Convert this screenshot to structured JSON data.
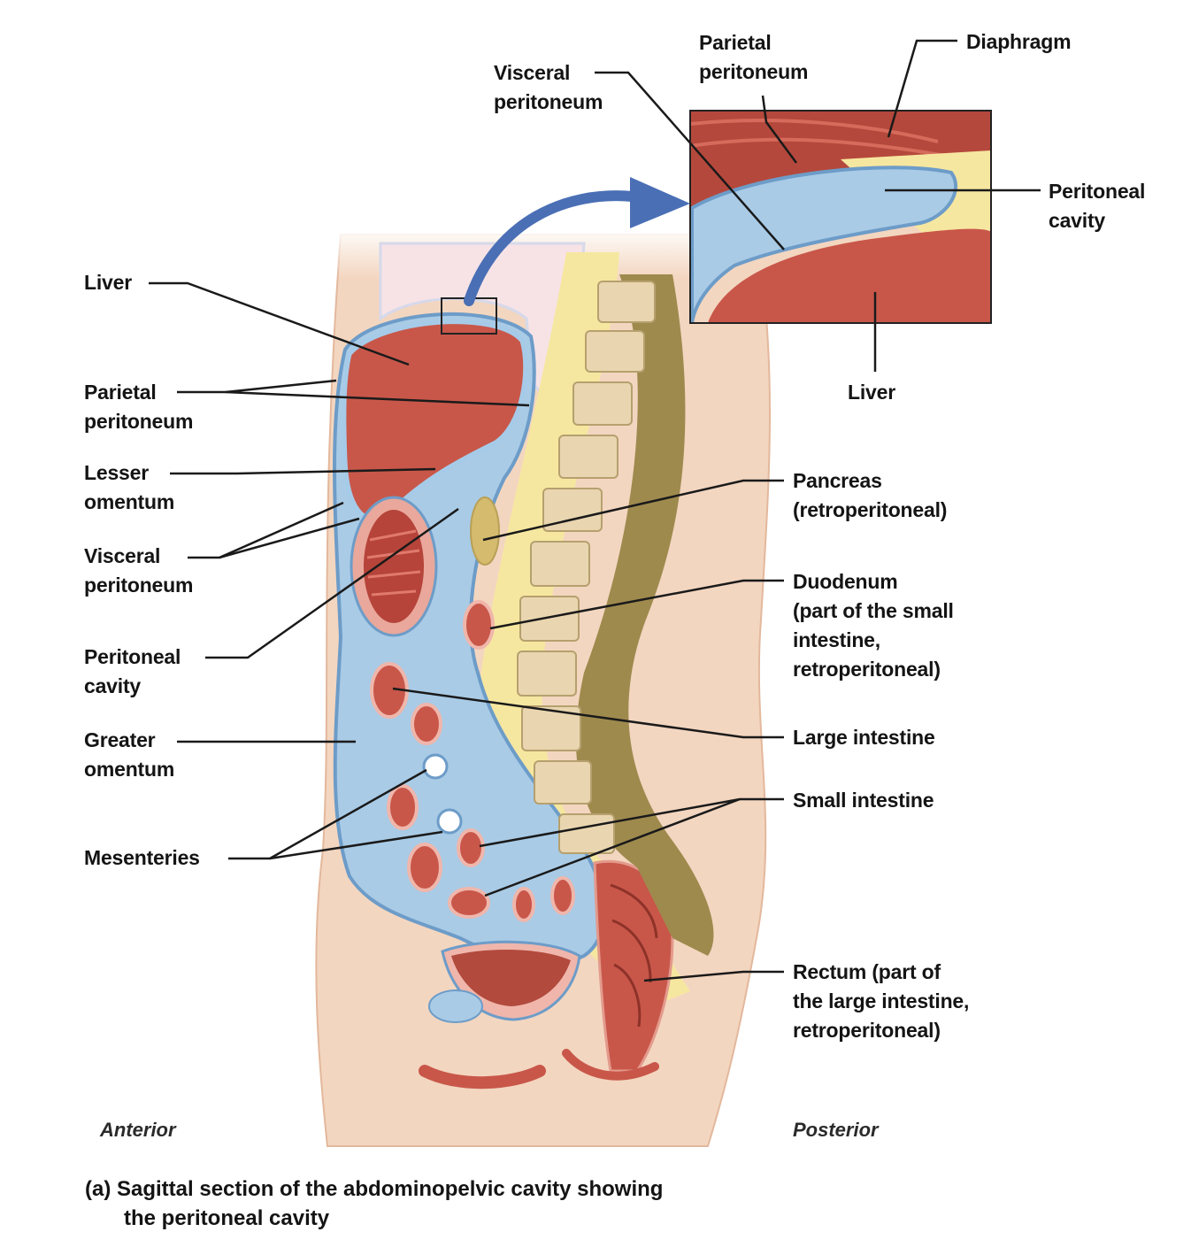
{
  "labels": {
    "liver_main": [
      "Liver"
    ],
    "parietal_left": [
      "Parietal",
      "peritoneum"
    ],
    "lesser_omentum": [
      "Lesser",
      "omentum"
    ],
    "visceral_left": [
      "Visceral",
      "peritoneum"
    ],
    "peritoneal_left": [
      "Peritoneal",
      "cavity"
    ],
    "greater_omentum": [
      "Greater",
      "omentum"
    ],
    "mesenteries": [
      "Mesenteries"
    ],
    "visceral_top": [
      "Visceral",
      "peritoneum"
    ],
    "parietal_top": [
      "Parietal",
      "peritoneum"
    ],
    "diaphragm": [
      "Diaphragm"
    ],
    "peritoneal_inset": [
      "Peritoneal",
      "cavity"
    ],
    "liver_inset": [
      "Liver"
    ],
    "pancreas": [
      "Pancreas",
      "(retroperitoneal)"
    ],
    "duodenum": [
      "Duodenum",
      "(part of the small",
      "intestine,",
      "retroperitoneal)"
    ],
    "large_intestine": [
      "Large intestine"
    ],
    "small_intestine": [
      "Small intestine"
    ],
    "rectum": [
      "Rectum (part of",
      "the large intestine,",
      "retroperitoneal)"
    ]
  },
  "orientation": {
    "anterior": "Anterior",
    "posterior": "Posterior"
  },
  "caption": {
    "line1": "(a) Sagittal section of the abdominopelvic cavity showing",
    "line2": "the peritoneal cavity"
  },
  "colors": {
    "skin": "#f3d6c0",
    "organ": "#c8574a",
    "peritoneum": "#a9cbe6",
    "membrane": "#6d9cc8",
    "fat": "#f6e7a0",
    "bone": "#e9d6b0",
    "arrow": "#4a6fb5"
  }
}
